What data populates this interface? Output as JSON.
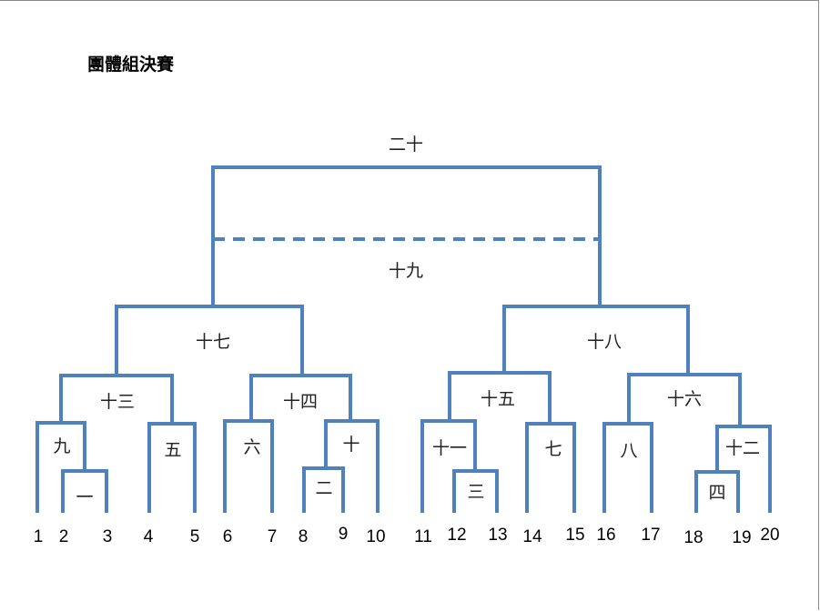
{
  "title": "團體組決賽",
  "colors": {
    "line": "#4f81bd",
    "text": "#000000"
  },
  "players": [
    "1",
    "2",
    "3",
    "4",
    "5",
    "6",
    "7",
    "8",
    "9",
    "10",
    "11",
    "12",
    "13",
    "14",
    "15",
    "16",
    "17",
    "18",
    "19",
    "20"
  ],
  "matches": {
    "m1": "一",
    "m2": "二",
    "m3": "三",
    "m4": "四",
    "m5": "五",
    "m6": "六",
    "m7": "七",
    "m8": "八",
    "m9": "九",
    "m10": "十",
    "m11": "十一",
    "m12": "十二",
    "m13": "十三",
    "m14": "十四",
    "m15": "十五",
    "m16": "十六",
    "m17": "十七",
    "m18": "十八",
    "m19": "十九",
    "m20": "二十"
  }
}
